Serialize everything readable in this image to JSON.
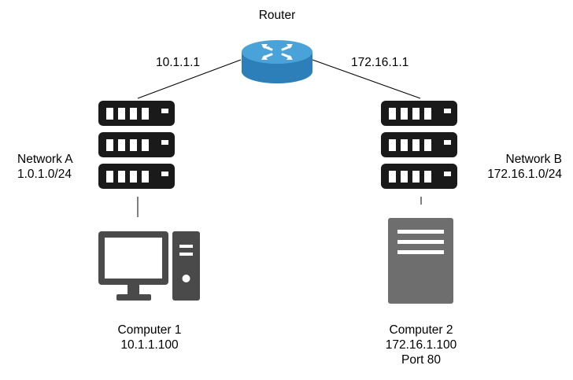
{
  "router": {
    "label": "Router",
    "left_ip": "10.1.1.1",
    "right_ip": "172.16.1.1"
  },
  "network_a": {
    "name": "Network A",
    "cidr": "1.0.1.0/24"
  },
  "network_b": {
    "name": "Network B",
    "cidr": "172.16.1.0/24"
  },
  "computer_1": {
    "name": "Computer 1",
    "ip": "10.1.1.100"
  },
  "computer_2": {
    "name": "Computer 2",
    "ip": "172.16.1.100",
    "port": "Port 80"
  },
  "colors": {
    "router_top": "#4aa3d8",
    "router_side": "#2c7fb8",
    "switch": "#1a1a1a",
    "computer": "#4a4a4a",
    "server": "#6e6e6e",
    "line": "#000000"
  },
  "icons": [
    "router-icon",
    "switch-stack-icon",
    "desktop-computer-icon",
    "server-icon"
  ]
}
